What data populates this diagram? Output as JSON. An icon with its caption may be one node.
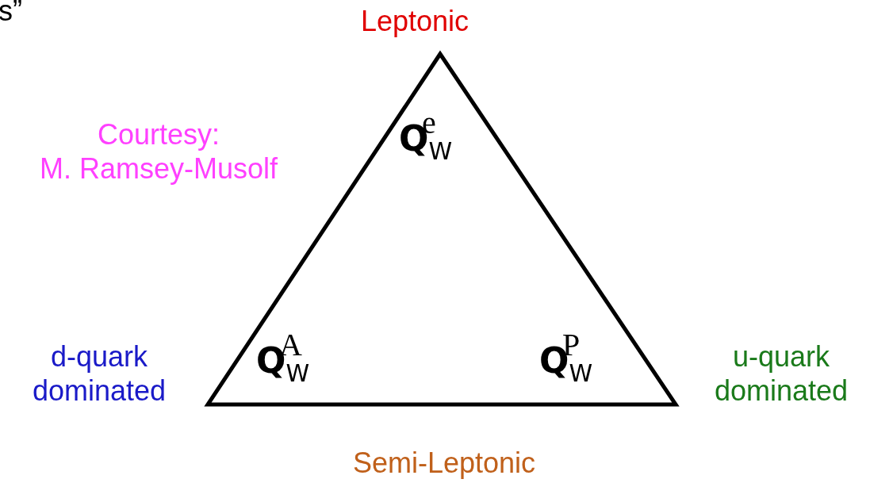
{
  "diagram": {
    "nodes": [
      {
        "text": [
          "Q$_{W}$$^{e}$",
          "Q$_{W}$$^{A}$",
          "Q$_{W}$$^{P}$"
        ],
        "beside": [
          "Leptonic",
          "d-quark dominated",
          "u-quark dominated",
          "Semi-Leptonic"
        ]
      }
    ],
    "edges": [],
    "labels": [
      "s”",
      "Courtesy: M. Ramsey-Musolf"
    ]
  }
}
